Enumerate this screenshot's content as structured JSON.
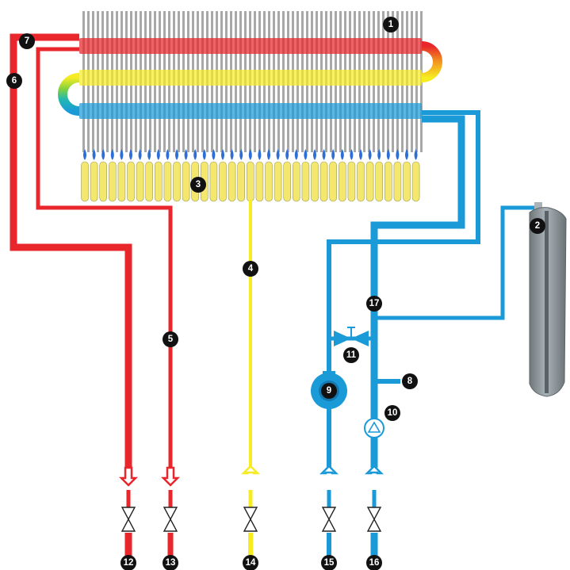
{
  "diagram": {
    "colors": {
      "hot": "#e8262b",
      "cold": "#1b9ad8",
      "gas": "#f6ec22",
      "fins": "#a8a8a8",
      "burner": "#f4e76d",
      "flame": "#2d6fd6",
      "vessel": "#8d979b",
      "badge": "#111111"
    },
    "labels": [
      "1",
      "2",
      "3",
      "4",
      "5",
      "6",
      "7",
      "8",
      "9",
      "10",
      "11",
      "12",
      "13",
      "14",
      "15",
      "16",
      "17"
    ],
    "components": {
      "heat_exchanger": "1",
      "expansion_vessel": "2",
      "burner": "3",
      "gas_pipe": "4",
      "dhw_outlet_pipe": "5",
      "heating_flow_pipe": "6",
      "flow_connection": "7",
      "return_branch": "8",
      "circulation_pump": "9",
      "check_valve": "10",
      "bypass_valve": "11",
      "heating_flow_connection": "12",
      "dhw_outlet_connection": "13",
      "gas_connection": "14",
      "heating_return_connection": "15",
      "cold_water_inlet_connection": "16",
      "return_node": "17"
    }
  }
}
